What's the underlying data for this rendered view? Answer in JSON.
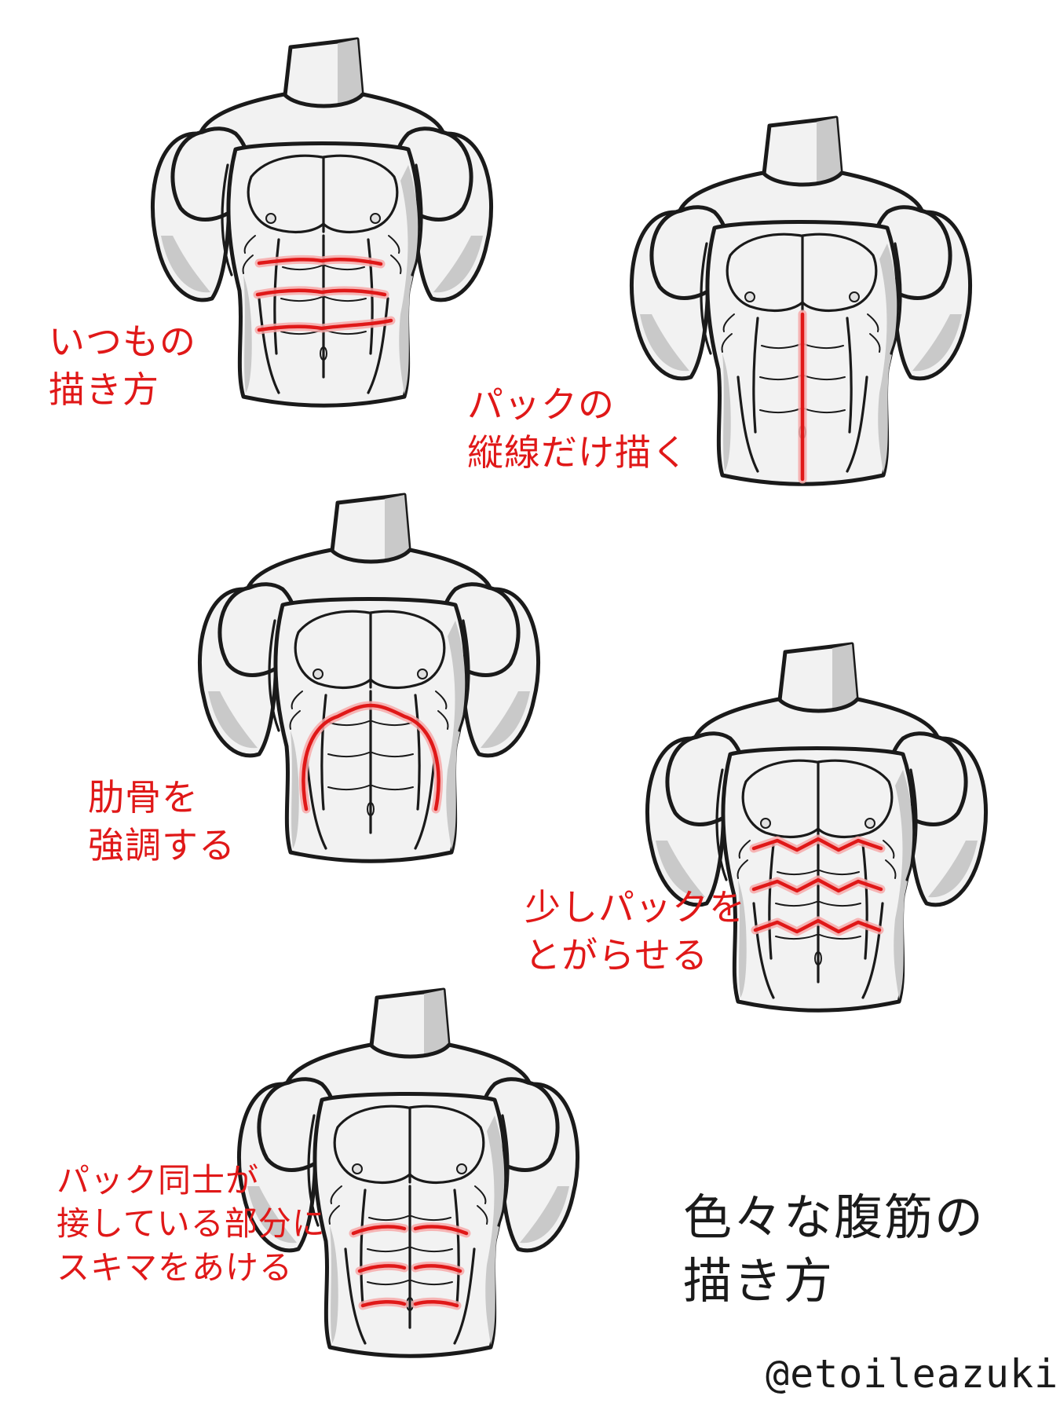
{
  "title": "色々な腹筋の\n描き方",
  "credit": "@etoileazuki",
  "variations": [
    {
      "label": "いつもの\n描き方",
      "highlight": "standard"
    },
    {
      "label": "パックの\n縦線だけ描く",
      "highlight": "vertical"
    },
    {
      "label": "肋骨を\n強調する",
      "highlight": "ribcage"
    },
    {
      "label": "少しパックを\nとがらせる",
      "highlight": "pointed"
    },
    {
      "label": "パック同士が\n接している部分に\nスキマをあける",
      "highlight": "gaps"
    }
  ],
  "colors": {
    "annotation": "#e01818",
    "glow": "#f7a9a9",
    "ink": "#1a1a1a",
    "skin": "#f2f2f2"
  }
}
